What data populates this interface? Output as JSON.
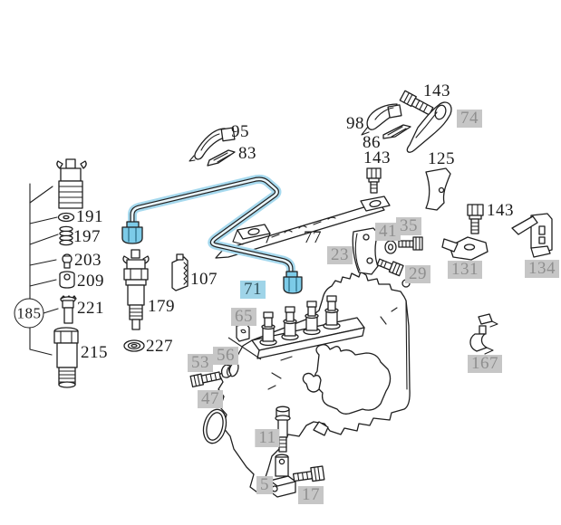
{
  "diagram": {
    "kind": "exploded-parts-diagram",
    "subject": "diesel engine fuel injection pump, injection lines and injector parts",
    "colors": {
      "background": "#ffffff",
      "line": "#1f1f1f",
      "pipe_highlight_halo": "#a6d9ee",
      "pipe_fitting_fill": "#7ccbe8",
      "blue_label_bg": "#9fd4e8",
      "blue_label_text": "#33545e",
      "gray_label_bg": "#c6c6c6",
      "gray_label_text": "#8f8f8f"
    },
    "highlighted_part": "71",
    "labels": [
      {
        "text": "191",
        "style": "plain"
      },
      {
        "text": "197",
        "style": "plain"
      },
      {
        "text": "203",
        "style": "plain"
      },
      {
        "text": "209",
        "style": "plain"
      },
      {
        "text": "221",
        "style": "plain"
      },
      {
        "text": "215",
        "style": "plain"
      },
      {
        "text": "185",
        "style": "circled"
      },
      {
        "text": "179",
        "style": "plain"
      },
      {
        "text": "227",
        "style": "plain"
      },
      {
        "text": "107",
        "style": "plain"
      },
      {
        "text": "95",
        "style": "plain"
      },
      {
        "text": "83",
        "style": "plain"
      },
      {
        "text": "71",
        "style": "blue"
      },
      {
        "text": "77",
        "style": "plain"
      },
      {
        "text": "98",
        "style": "plain"
      },
      {
        "text": "86",
        "style": "plain"
      },
      {
        "text": "143",
        "style": "plain"
      },
      {
        "text": "74",
        "style": "gray"
      },
      {
        "text": "125",
        "style": "plain"
      },
      {
        "text": "143",
        "style": "plain"
      },
      {
        "text": "143",
        "style": "plain"
      },
      {
        "text": "23",
        "style": "gray"
      },
      {
        "text": "41",
        "style": "gray"
      },
      {
        "text": "35",
        "style": "gray"
      },
      {
        "text": "29",
        "style": "gray"
      },
      {
        "text": "131",
        "style": "gray"
      },
      {
        "text": "134",
        "style": "gray"
      },
      {
        "text": "167",
        "style": "gray"
      },
      {
        "text": "65",
        "style": "gray"
      },
      {
        "text": "56",
        "style": "gray"
      },
      {
        "text": "53",
        "style": "gray"
      },
      {
        "text": "47",
        "style": "gray"
      },
      {
        "text": "11",
        "style": "gray"
      },
      {
        "text": "5",
        "style": "gray"
      },
      {
        "text": "17",
        "style": "gray"
      }
    ]
  }
}
